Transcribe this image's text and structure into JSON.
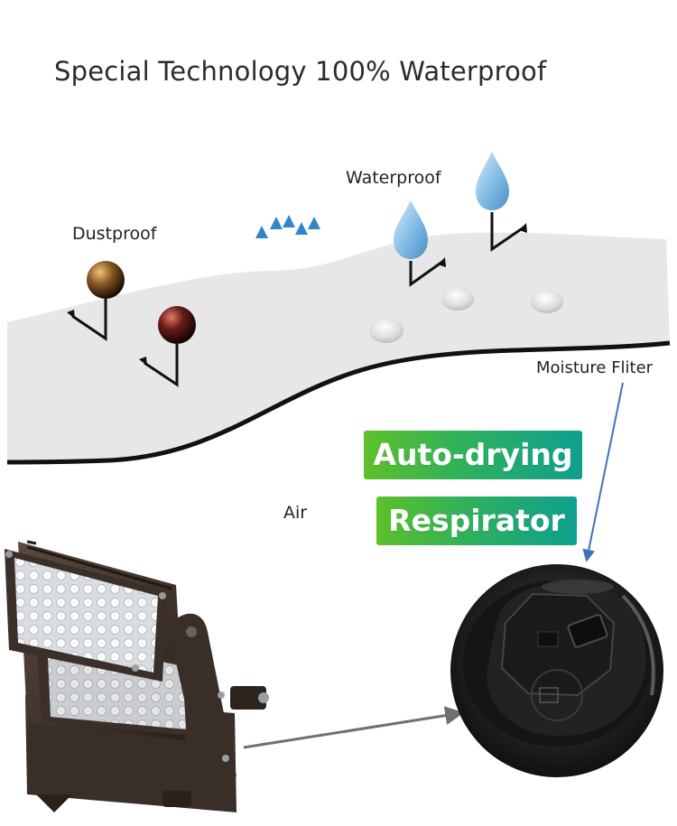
{
  "title": "Special Technology 100% Waterproof",
  "labels": {
    "dustproof": "Dustproof",
    "waterproof": "Waterproof",
    "air": "Air",
    "moisture_filter": "Moisture Fliter"
  },
  "badges": {
    "auto_drying": "Auto-drying",
    "respirator": "Respirator"
  },
  "colors": {
    "membrane": "#e7e7e7",
    "membrane_edge": "#111111",
    "air_arrow": "#3a8fcf",
    "water_drop": "#7ab7e3",
    "badge_green": "#5ec02a",
    "badge_teal": "#0e9f8f"
  },
  "icons": [
    "dust-particle",
    "water-drop",
    "air-arrow",
    "floodlight",
    "breather-valve"
  ]
}
